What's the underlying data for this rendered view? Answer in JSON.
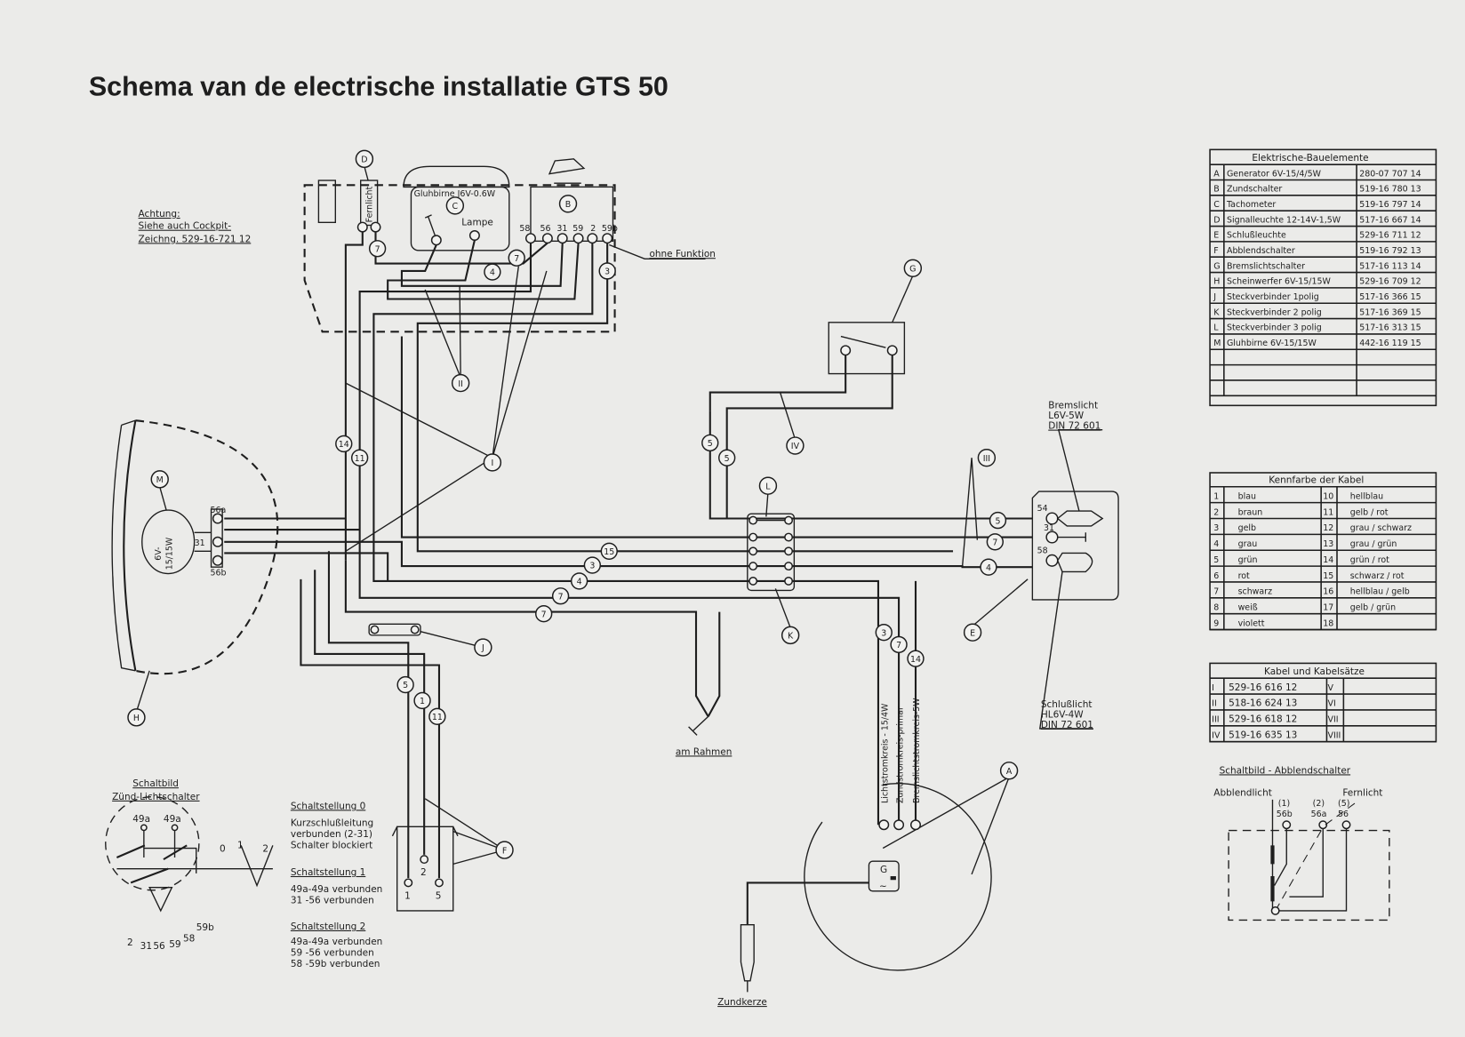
{
  "title": "Schema van de electrische installatie GTS 50",
  "note": {
    "heading": "Achtung:",
    "line1": "Siehe auch Cockpit-",
    "line2": "Zeichng. 529-16-721 12"
  },
  "components": {
    "D": "D",
    "C": "C",
    "B": "B",
    "G": "G",
    "E": "E",
    "A": "A",
    "H": "H",
    "J": "J",
    "K": "K",
    "L": "L",
    "M": "M",
    "F": "F",
    "I": "I",
    "II": "II",
    "III": "III",
    "IV": "IV"
  },
  "cockpit": {
    "gluhbirne": "Gluhbirne J6V-0.6W",
    "lampe": "Lampe",
    "fernlicht": "Fernlicht",
    "ohne_funktion": "ohne Funktion",
    "b_terminals": [
      "58",
      "56",
      "31",
      "59",
      "2",
      "59b"
    ]
  },
  "headlight": {
    "terminals": [
      "56a",
      "31",
      "56b"
    ],
    "bulb_line1": "6V-",
    "bulb_line2": "15/15W"
  },
  "rear": {
    "brake": [
      "Bremslicht",
      "L6V-5W",
      "DIN 72 601"
    ],
    "tail": [
      "Schlußlicht",
      "HL6V-4W",
      "DIN 72 601"
    ],
    "terminals": [
      "54",
      "31",
      "58"
    ]
  },
  "ground_label": "am Rahmen",
  "spark_plug_label": "Zundkerze",
  "generator": {
    "symbol": "G",
    "ac": "~",
    "circuits": [
      "Lichtstromkreis - 15/4W",
      "Zundstromkreis-primar",
      "Bremslichtstromkreis-5W"
    ]
  },
  "dimmer_terminals": [
    "1",
    "2",
    "5"
  ],
  "wire_numbers": [
    "7",
    "7",
    "4",
    "3",
    "14",
    "11",
    "5",
    "5",
    "15",
    "3",
    "4",
    "7",
    "7",
    "5",
    "7",
    "4",
    "3",
    "7",
    "14",
    "5",
    "1",
    "11"
  ],
  "table_components": {
    "title": "Elektrische-Bauelemente",
    "rows": [
      {
        "key": "A",
        "name": "Generator 6V-15/4/5W",
        "part": "280-07 707 14"
      },
      {
        "key": "B",
        "name": "Zundschalter",
        "part": "519-16 780 13"
      },
      {
        "key": "C",
        "name": "Tachometer",
        "part": "519-16 797 14"
      },
      {
        "key": "D",
        "name": "Signalleuchte 12-14V-1,5W",
        "part": "517-16 667 14"
      },
      {
        "key": "E",
        "name": "Schlußleuchte",
        "part": "529-16 711 12"
      },
      {
        "key": "F",
        "name": "Abblendschalter",
        "part": "519-16 792 13"
      },
      {
        "key": "G",
        "name": "Bremslichtschalter",
        "part": "517-16 113 14"
      },
      {
        "key": "H",
        "name": "Scheinwerfer 6V-15/15W",
        "part": "529-16 709 12"
      },
      {
        "key": "J",
        "name": "Steckverbinder 1polig",
        "part": "517-16 366 15"
      },
      {
        "key": "K",
        "name": "Steckverbinder 2 polig",
        "part": "517-16 369 15"
      },
      {
        "key": "L",
        "name": "Steckverbinder 3 polig",
        "part": "517-16 313 15"
      },
      {
        "key": "M",
        "name": "Gluhbirne 6V-15/15W",
        "part": "442-16 119 15"
      }
    ]
  },
  "table_colors": {
    "title": "Kennfarbe der Kabel",
    "rows": [
      {
        "n1": "1",
        "c1": "blau",
        "n2": "10",
        "c2": "hellblau"
      },
      {
        "n1": "2",
        "c1": "braun",
        "n2": "11",
        "c2": "gelb / rot"
      },
      {
        "n1": "3",
        "c1": "gelb",
        "n2": "12",
        "c2": "grau / schwarz"
      },
      {
        "n1": "4",
        "c1": "grau",
        "n2": "13",
        "c2": "grau / grün"
      },
      {
        "n1": "5",
        "c1": "grün",
        "n2": "14",
        "c2": "grün / rot"
      },
      {
        "n1": "6",
        "c1": "rot",
        "n2": "15",
        "c2": "schwarz / rot"
      },
      {
        "n1": "7",
        "c1": "schwarz",
        "n2": "16",
        "c2": "hellblau / gelb"
      },
      {
        "n1": "8",
        "c1": "weiß",
        "n2": "17",
        "c2": "gelb / grün"
      },
      {
        "n1": "9",
        "c1": "violett",
        "n2": "18",
        "c2": ""
      }
    ]
  },
  "table_cables": {
    "title": "Kabel und Kabelsätze",
    "rows": [
      {
        "k1": "I",
        "p1": "529-16 616 12",
        "k2": "V",
        "p2": ""
      },
      {
        "k1": "II",
        "p1": "518-16 624 13",
        "k2": "VI",
        "p2": ""
      },
      {
        "k1": "III",
        "p1": "529-16 618 12",
        "k2": "VII",
        "p2": ""
      },
      {
        "k1": "IV",
        "p1": "519-16 635 13",
        "k2": "VIII",
        "p2": ""
      }
    ]
  },
  "ignition_switch": {
    "title1": "Schaltbild",
    "title2": "Zünd-Lichtschalter",
    "top_terminals": [
      "49a",
      "49a"
    ],
    "bottom_terminals": [
      "2",
      "31",
      "56",
      "59",
      "58",
      "59b"
    ],
    "positions": [
      "0",
      "1",
      "2"
    ],
    "states": [
      {
        "heading": "Schaltstellung 0",
        "lines": [
          "Kurzschlußleitung",
          "verbunden (2-31)",
          "Schalter blockiert"
        ]
      },
      {
        "heading": "Schaltstellung 1",
        "lines": [
          "49a-49a verbunden",
          "31 -56 verbunden"
        ]
      },
      {
        "heading": "Schaltstellung 2",
        "lines": [
          "49a-49a verbunden",
          "59 -56 verbunden",
          "58 -59b verbunden"
        ]
      }
    ]
  },
  "dimmer_switch": {
    "title": "Schaltbild - Abblendschalter",
    "low": "Abblendlicht",
    "high": "Fernlicht",
    "terminals": [
      {
        "num": "(1)",
        "pin": "56b"
      },
      {
        "num": "(2)",
        "pin": "56a"
      },
      {
        "num": "(5)",
        "pin": "56"
      }
    ]
  }
}
